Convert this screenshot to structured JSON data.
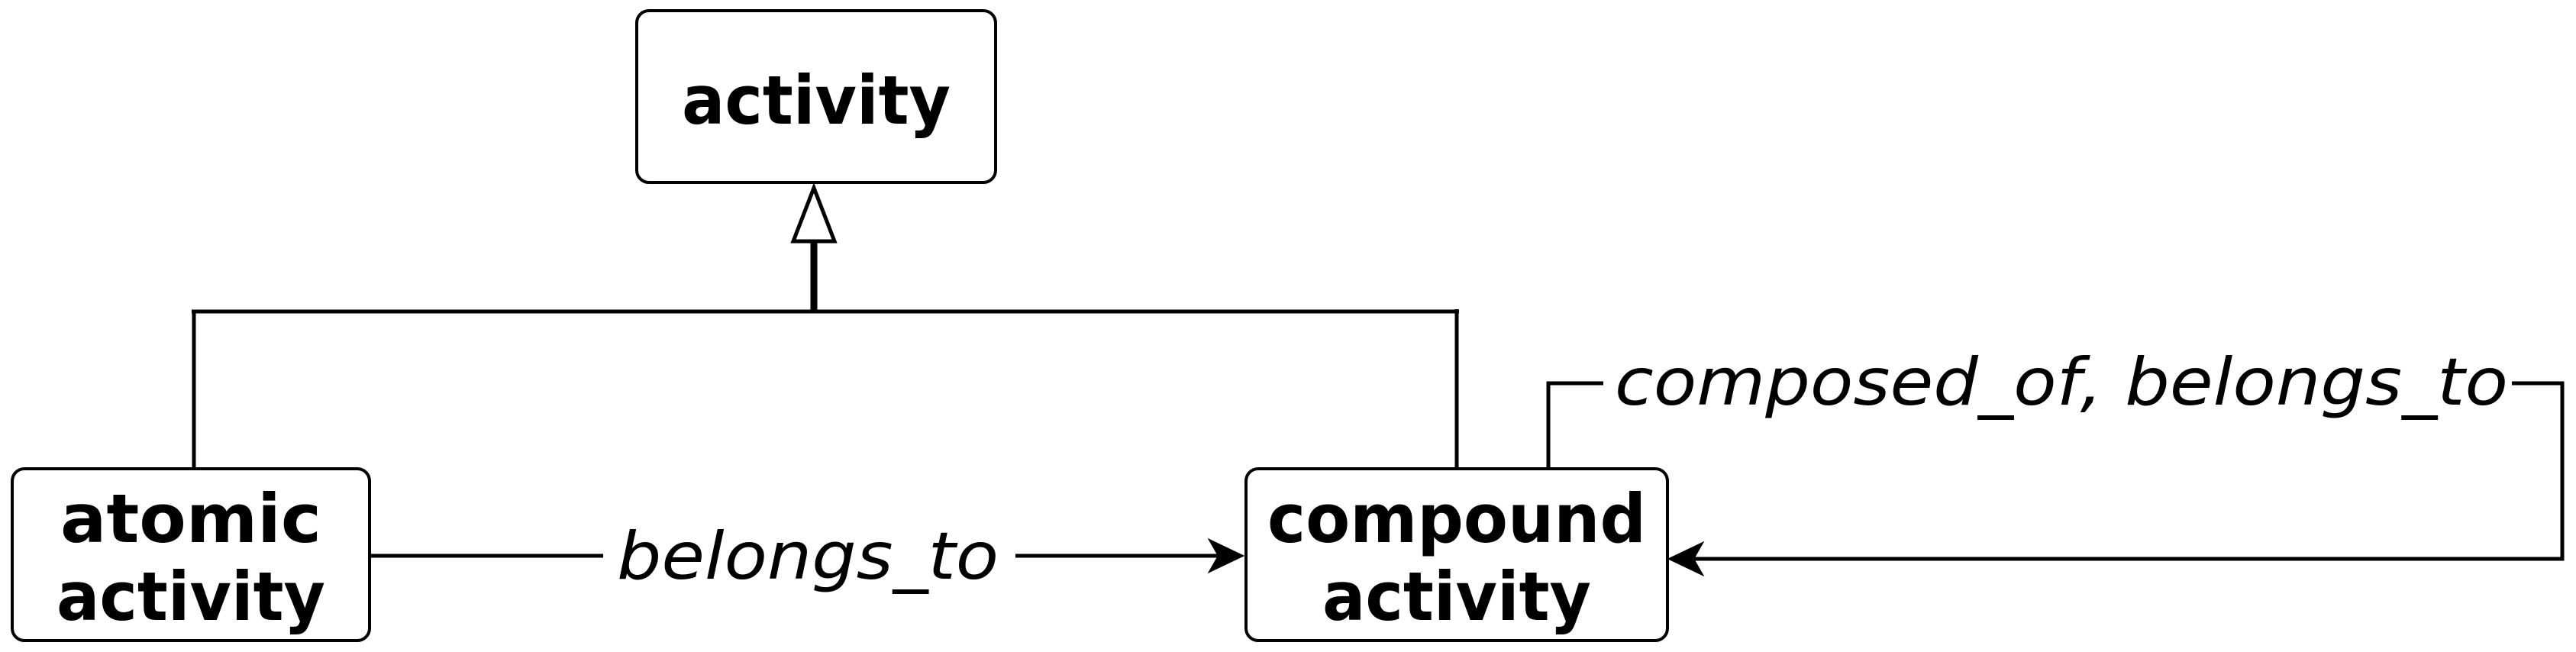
{
  "nodes": {
    "activity": {
      "label": "activity"
    },
    "atomic_activity": {
      "lines": [
        "atomic",
        "activity"
      ]
    },
    "compound_activity": {
      "lines": [
        "compound",
        "activity"
      ]
    }
  },
  "edges": {
    "generalization": {
      "label": ""
    },
    "atomic_to_compound": {
      "label": "belongs_to"
    },
    "compound_self": {
      "label": "composed_of, belongs_to"
    }
  },
  "colors": {
    "stroke": "#000000",
    "background": "#ffffff"
  }
}
